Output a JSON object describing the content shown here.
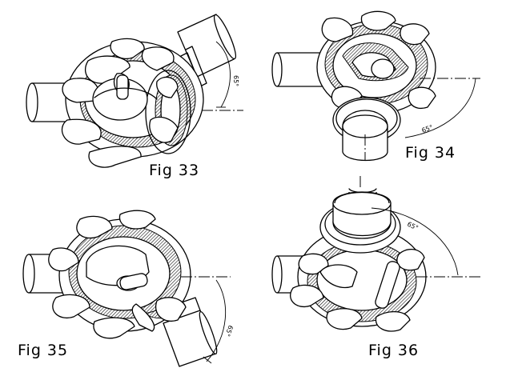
{
  "figures": [
    {
      "id": "fig33",
      "label": "Fig 33",
      "angle": "65°"
    },
    {
      "id": "fig34",
      "label": "Fig 34",
      "angle": "65°"
    },
    {
      "id": "fig35",
      "label": "Fig 35",
      "angle": "65°"
    },
    {
      "id": "fig36",
      "label": "Fig 36",
      "angle": "65°"
    }
  ]
}
